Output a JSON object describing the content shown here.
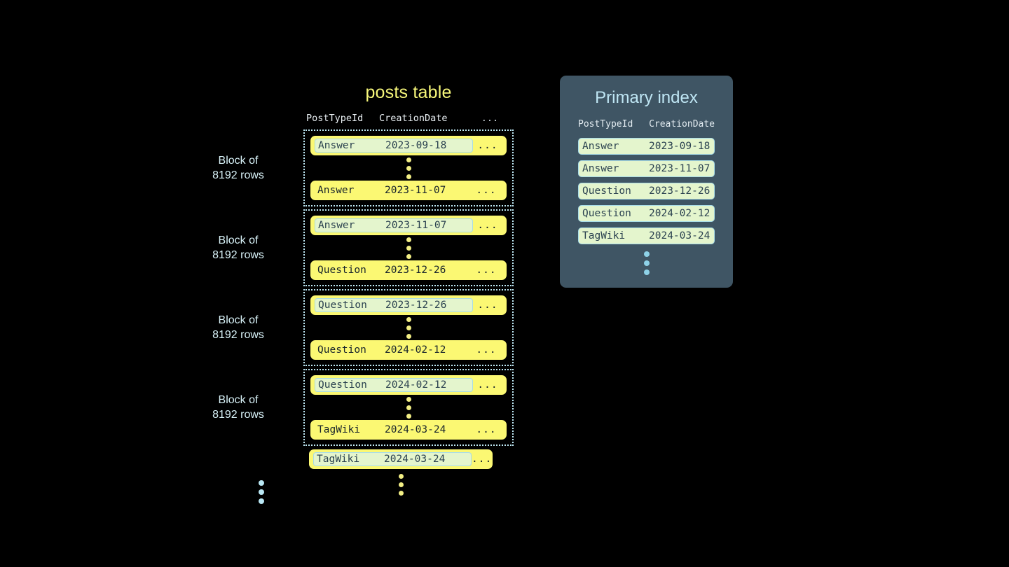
{
  "posts_table": {
    "title": "posts table",
    "columns": [
      "PostTypeId",
      "CreationDate",
      "..."
    ],
    "row_ellipsis": "...",
    "block_label": "Block of\n8192 rows",
    "blocks": [
      {
        "label_line1": "Block of",
        "label_line2": "8192 rows",
        "first_row": {
          "post_type_id": "Answer",
          "creation_date": "2023-09-18",
          "more": "...",
          "highlighted": true
        },
        "last_row": {
          "post_type_id": "Answer",
          "creation_date": "2023-11-07",
          "more": "...",
          "highlighted": false
        }
      },
      {
        "label_line1": "Block of",
        "label_line2": "8192 rows",
        "first_row": {
          "post_type_id": "Answer",
          "creation_date": "2023-11-07",
          "more": "...",
          "highlighted": true
        },
        "last_row": {
          "post_type_id": "Question",
          "creation_date": "2023-12-26",
          "more": "...",
          "highlighted": false
        }
      },
      {
        "label_line1": "Block of",
        "label_line2": "8192 rows",
        "first_row": {
          "post_type_id": "Question",
          "creation_date": "2023-12-26",
          "more": "...",
          "highlighted": true
        },
        "last_row": {
          "post_type_id": "Question",
          "creation_date": "2024-02-12",
          "more": "...",
          "highlighted": false
        }
      },
      {
        "label_line1": "Block of",
        "label_line2": "8192 rows",
        "first_row": {
          "post_type_id": "Question",
          "creation_date": "2024-02-12",
          "more": "...",
          "highlighted": true
        },
        "last_row": {
          "post_type_id": "TagWiki",
          "creation_date": "2024-03-24",
          "more": "...",
          "highlighted": false
        }
      }
    ],
    "tail_row": {
      "post_type_id": "TagWiki",
      "creation_date": "2024-03-24",
      "more": "...",
      "highlighted": true
    }
  },
  "primary_index": {
    "title": "Primary index",
    "columns": [
      "PostTypeId",
      "CreationDate"
    ],
    "rows": [
      {
        "post_type_id": "Answer",
        "creation_date": "2023-09-18"
      },
      {
        "post_type_id": "Answer",
        "creation_date": "2023-11-07"
      },
      {
        "post_type_id": "Question",
        "creation_date": "2023-12-26"
      },
      {
        "post_type_id": "Question",
        "creation_date": "2024-02-12"
      },
      {
        "post_type_id": "TagWiki",
        "creation_date": "2024-03-24"
      }
    ]
  },
  "colors": {
    "background": "#000000",
    "row_yellow": "#fbf873",
    "key_green": "#e4f5cd",
    "key_border": "#a8dce8",
    "panel_slate": "#3f5564",
    "accent_blue": "#bfe6f4",
    "title_yellow": "#f7f77a",
    "dot_yellow": "#f3ef85"
  }
}
